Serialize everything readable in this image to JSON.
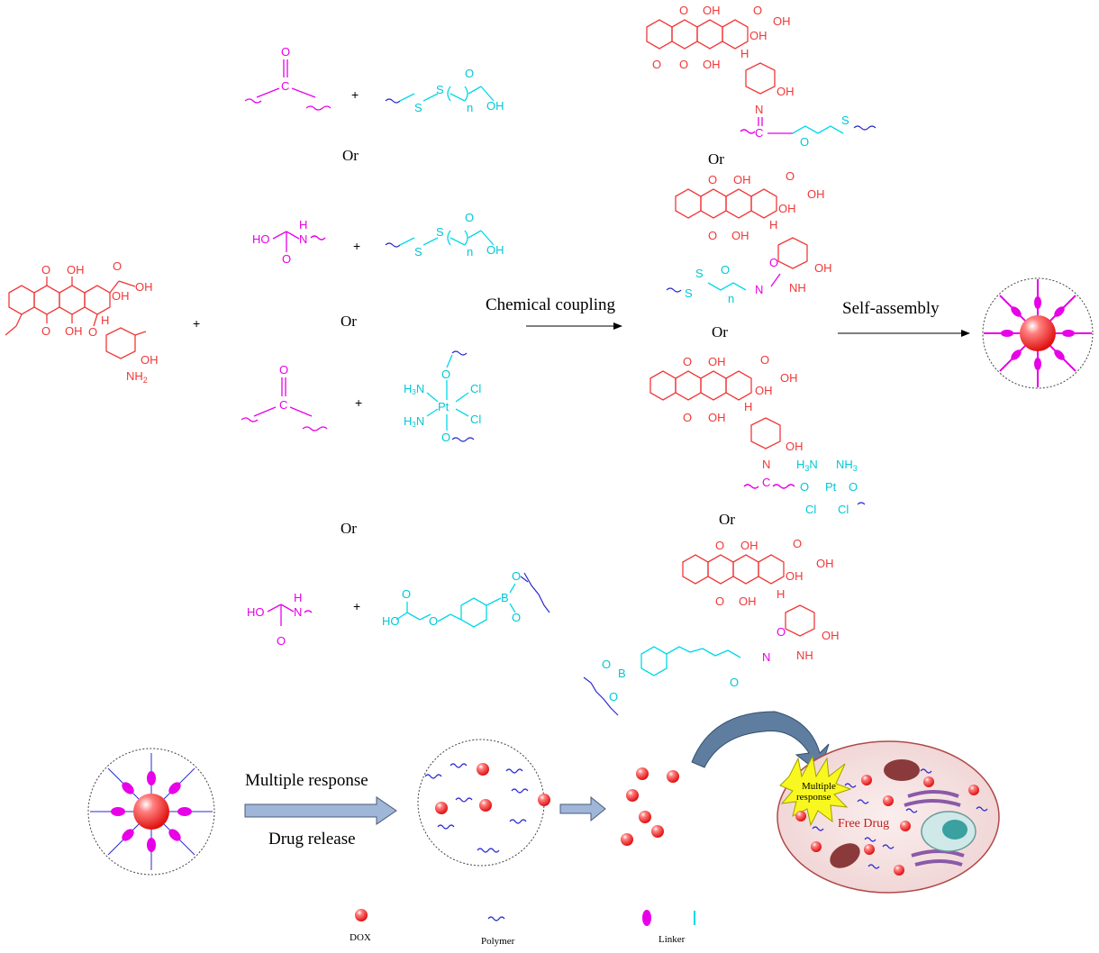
{
  "diagram": {
    "dox_labels": {
      "o": "O",
      "oh": "OH",
      "nh2": "NH",
      "sub2": "2",
      "h": "H",
      "o_methoxy": "O"
    },
    "reagents": {
      "carbonyl_o": "O",
      "carbonyl_c": "C",
      "carbamate_ho": "HO",
      "carbamate_h": "H",
      "carbamate_n": "N",
      "carbamate_o": "O",
      "linker_s": "S",
      "linker_n": "n",
      "linker_o": "O",
      "linker_oh": "OH",
      "pt": "Pt",
      "h3n": "H",
      "sub3": "3",
      "nh3": "N",
      "cl": "Cl",
      "b": "B",
      "ho": "HO"
    },
    "operators": {
      "plus": "+",
      "or": "Or"
    },
    "arrows": {
      "chemical_coupling": "Chemical coupling",
      "self_assembly": "Self-assembly",
      "multiple_response": "Multiple response",
      "drug_release": "Drug release"
    },
    "cell": {
      "burst_label_line1": "Multiple",
      "burst_label_line2": "response",
      "free_drug": "Free Drug"
    },
    "legend": {
      "dox": "DOX",
      "polymer": "Polymer",
      "linker": "Linker"
    },
    "colors": {
      "dox": "#f03838",
      "linker_magenta": "#e800e8",
      "linker_cyan": "#00d8e8",
      "polymer_blue": "#2a2ad0",
      "arrow_fill": "#9fb6d8",
      "cell_fill": "#f4dede",
      "cell_outline": "#b04848",
      "mito": "#8a3a3a",
      "golgi": "#8a5aa8",
      "nucleus": "#8ac8c8",
      "burst": "#f8f820"
    }
  }
}
